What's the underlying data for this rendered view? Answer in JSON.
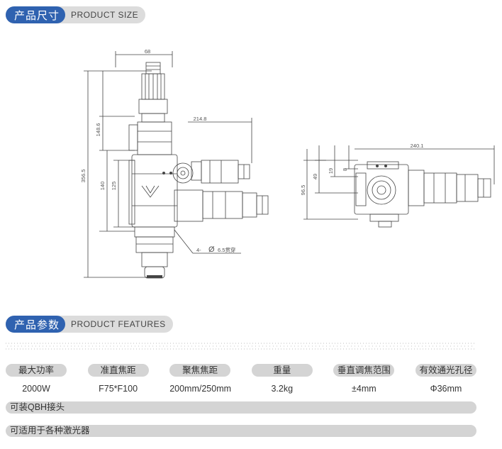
{
  "size_header": {
    "cn": "产品尺寸",
    "en": "PRODUCT SIZE"
  },
  "drawing": {
    "dims_left": {
      "top_width": "68",
      "total_height": "356.5",
      "upper_height": "148.6",
      "mid_height": "140",
      "inner_height": "125",
      "reach": "214.8",
      "hole_note_prefix": "4-",
      "hole_note": "6.5贯穿",
      "diameter_symbol": "Ø"
    },
    "dims_right": {
      "reach": "240.1",
      "height": "96.5",
      "d1": "49",
      "d2": "19",
      "d3": "8"
    }
  },
  "features_header": {
    "cn": "产品参数",
    "en": "PRODUCT FEATURES"
  },
  "features": [
    {
      "label": "最大功率",
      "value": "2000W"
    },
    {
      "label": "准直焦距",
      "value": "F75*F100"
    },
    {
      "label": "聚焦焦距",
      "value": "200mm/250mm"
    },
    {
      "label": "重量",
      "value": "3.2kg"
    },
    {
      "label": "垂直调焦范围",
      "value": "±4mm"
    },
    {
      "label": "有效通光孔径",
      "value": "Φ36mm"
    }
  ],
  "notes": [
    "可装QBH接头",
    "可适用于各种激光器"
  ],
  "colors": {
    "accent": "#2f62b0",
    "pill": "#d4d4d4"
  }
}
